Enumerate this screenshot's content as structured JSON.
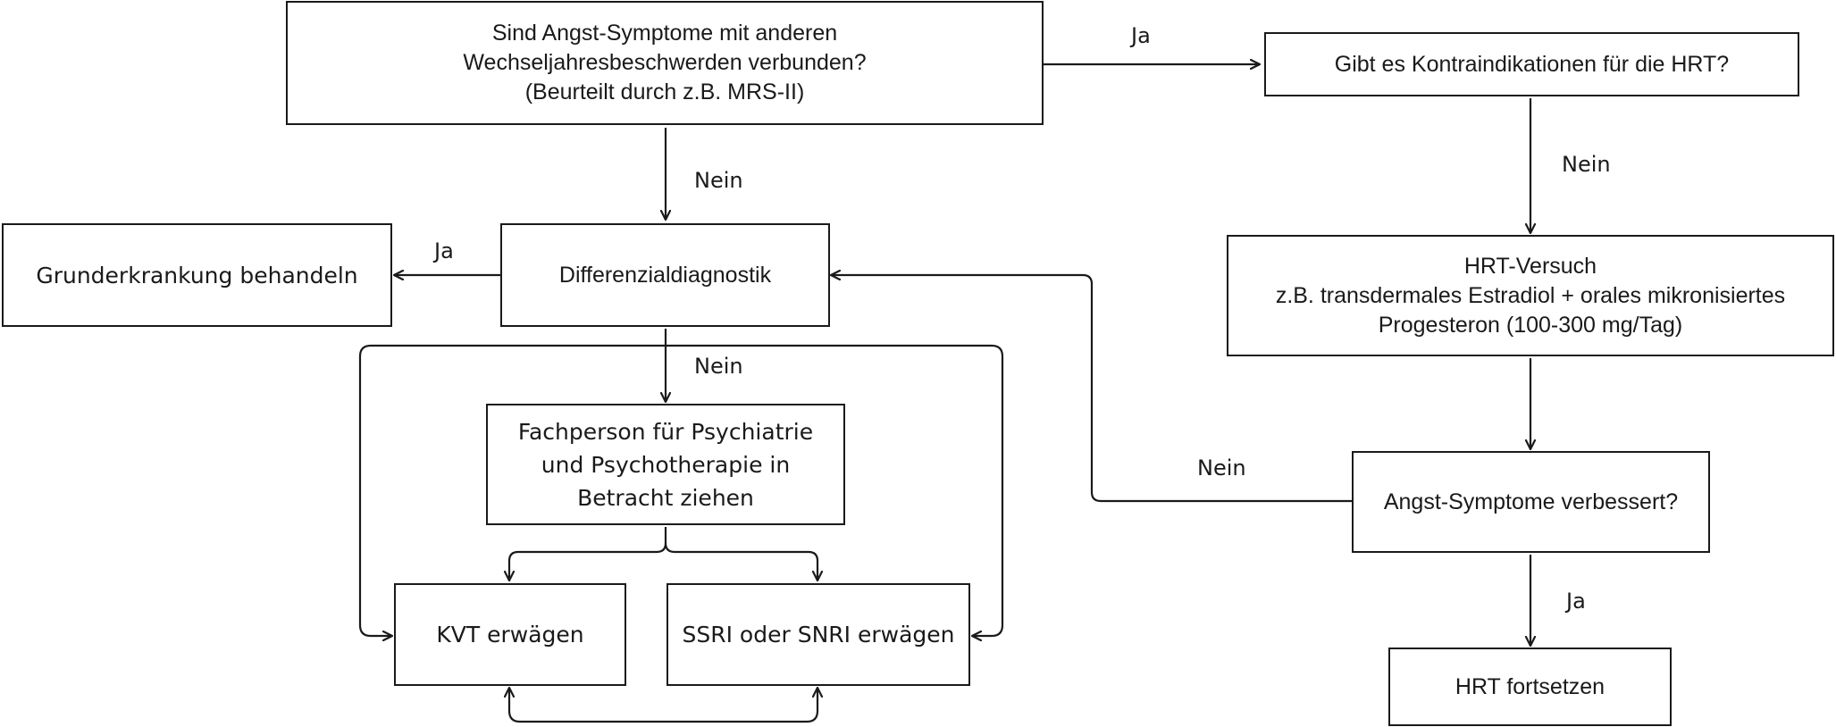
{
  "nodes": {
    "q_symptoms": "Sind Angst-Symptome mit anderen\nWechseljahresbeschwerden verbunden?\n(Beurteilt durch z.B. MRS-II)",
    "q_contra": "Gibt es Kontraindikationen für die HRT?",
    "differential": "Differenzialdiagnostik",
    "underlying": "Grunderkrankung behandeln",
    "hrt_trial": "HRT-Versuch\nz.B. transdermales Estradiol + orales mikronisiertes\nProgesteron (100-300 mg/Tag)",
    "specialist": "Fachperson für Psychiatrie\nund Psychotherapie in\nBetracht ziehen",
    "improved": "Angst-Symptome verbessert?",
    "kvt": "KVT erwägen",
    "ssri": "SSRI oder SNRI erwägen",
    "hrt_continue": "HRT fortsetzen"
  },
  "edge_labels": {
    "symptoms_yes": "Ja",
    "symptoms_no": "Nein",
    "contra_no": "Nein",
    "differential_yes": "Ja",
    "differential_no": "Nein",
    "improved_no": "Nein",
    "improved_yes": "Ja"
  }
}
